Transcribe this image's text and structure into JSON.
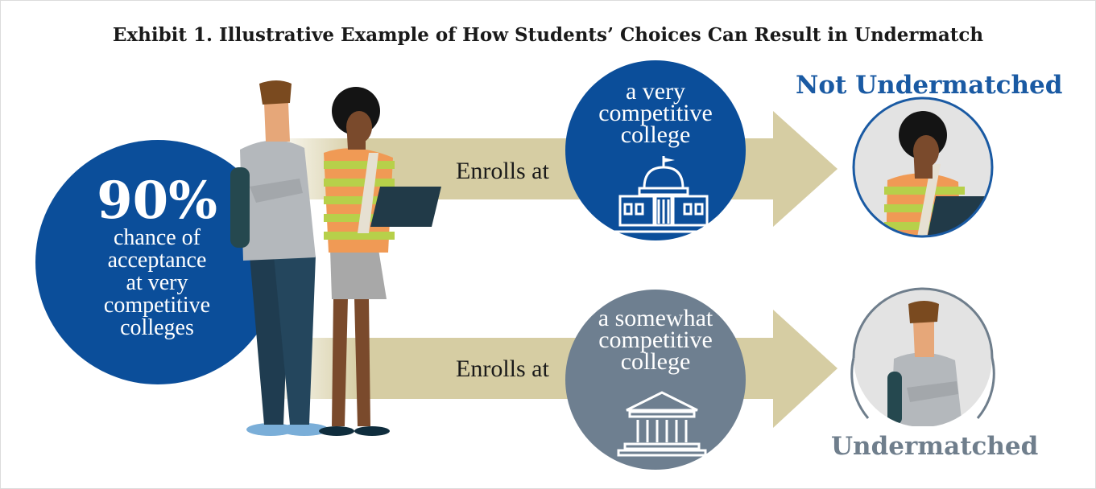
{
  "title": "Exhibit 1. Illustrative Example of How Students’ Choices Can Result in Undermatch",
  "stat": {
    "percent": "90%",
    "line1": "chance of",
    "line2": "acceptance",
    "line3": "at very",
    "line4": "competitive",
    "line5": "colleges"
  },
  "paths": [
    {
      "action": "Enrolls at",
      "college_line1": "a very",
      "college_line2": "competitive",
      "college_line3": "college",
      "outcome": "Not Undermatched"
    },
    {
      "action": "Enrolls at",
      "college_line1": "a somewhat",
      "college_line2": "competitive",
      "college_line3": "college",
      "outcome": "Undermatched"
    }
  ],
  "colors": {
    "navy": "#0b4e9a",
    "slate": "#6e7f90",
    "arrow": "#d6cda3",
    "result_top": "#1a5aa3",
    "result_bottom": "#6f7e8c"
  }
}
